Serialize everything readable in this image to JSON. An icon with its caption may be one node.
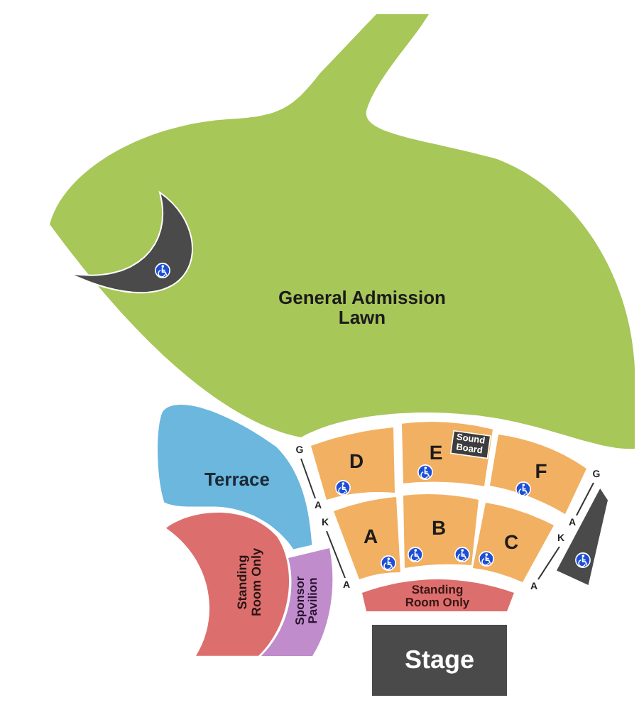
{
  "diagram": {
    "nodes": [
      {
        "text": [
          "General Admission Lawn"
        ]
      },
      {
        "text": [],
        "shape": "crescent",
        "in": 0
      },
      {
        "text": [
          "Terrace"
        ]
      },
      {
        "text": [
          "Standing Room Only"
        ]
      },
      {
        "text": [
          "Sponsor Pavilion"
        ]
      },
      {
        "text": [
          "D"
        ]
      },
      {
        "text": [
          "E"
        ]
      },
      {
        "text": [
          "Sound Board"
        ],
        "in": 6
      },
      {
        "text": [
          "F"
        ]
      },
      {
        "text": [
          "A"
        ]
      },
      {
        "text": [
          "B"
        ]
      },
      {
        "text": [
          "C"
        ]
      },
      {
        "text": [],
        "shape": "triangle"
      },
      {
        "text": [
          "Standing Room Only"
        ]
      },
      {
        "text": [
          "Stage"
        ]
      }
    ],
    "labels": [
      "G",
      "A",
      "K",
      "A",
      "G",
      "A",
      "K",
      "A"
    ]
  }
}
